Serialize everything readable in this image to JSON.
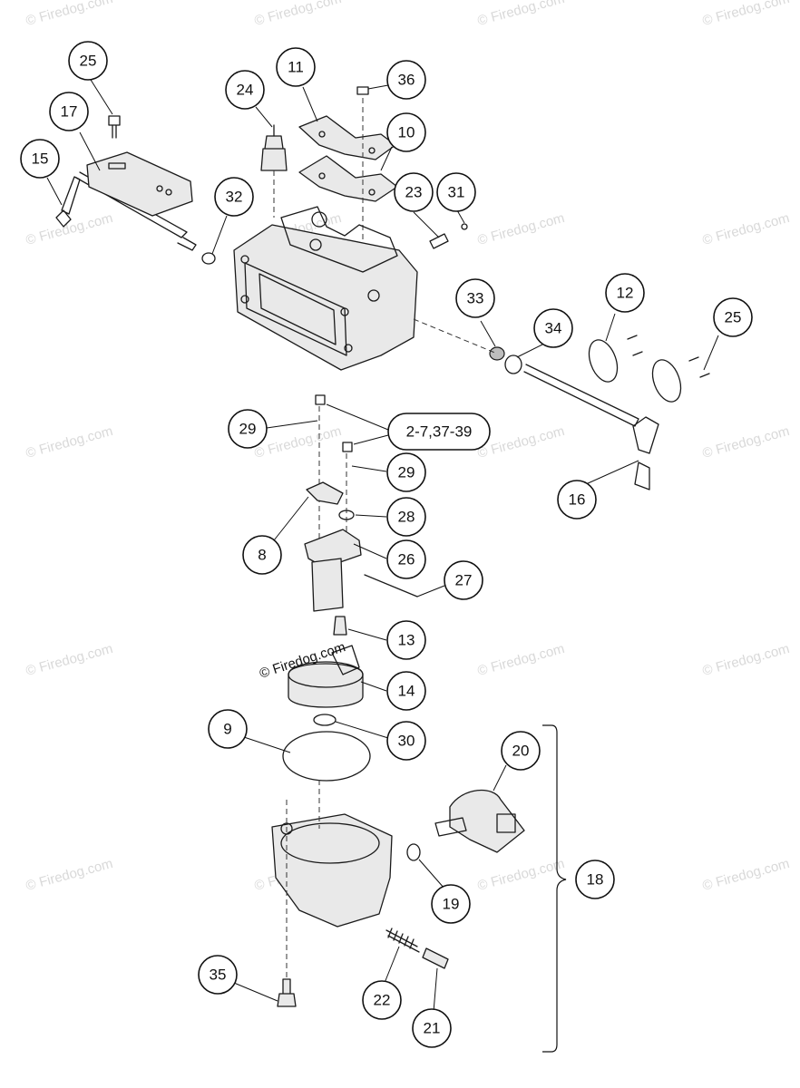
{
  "watermark": {
    "text": "© Firedog.com",
    "color": "#d9d9d9"
  },
  "main_watermark_text": "© Firedog.com",
  "callouts": [
    "25",
    "17",
    "15",
    "24",
    "11",
    "36",
    "10",
    "32",
    "23",
    "31",
    "12",
    "33",
    "34",
    "25",
    "29",
    "2-7,37-39",
    "29",
    "16",
    "28",
    "8",
    "26",
    "27",
    "13",
    "14",
    "9",
    "30",
    "20",
    "18",
    "19",
    "35",
    "22",
    "21"
  ]
}
